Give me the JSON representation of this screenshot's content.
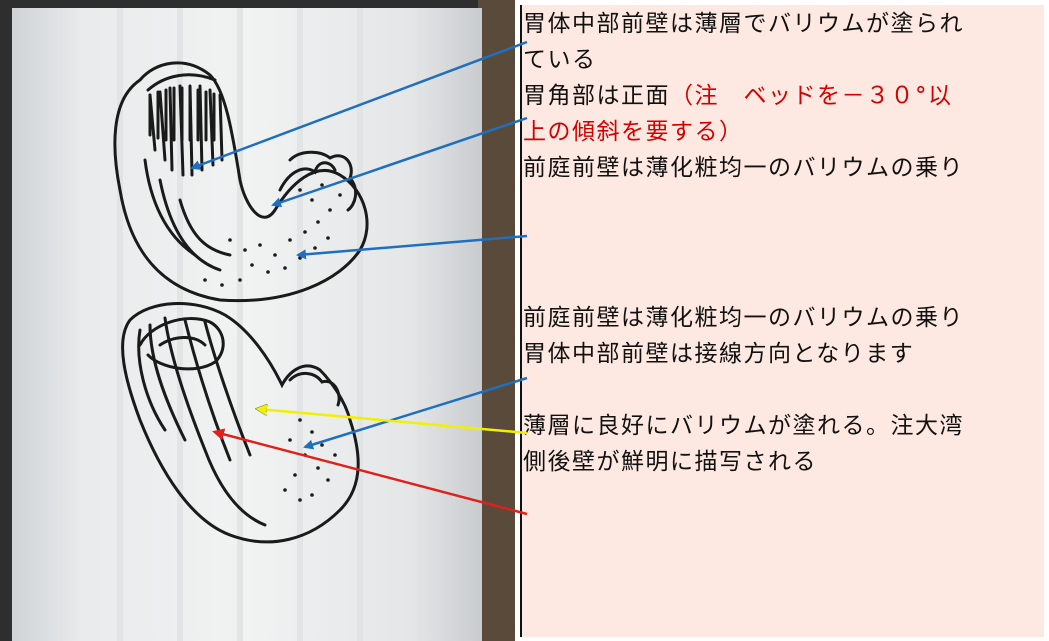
{
  "annotations": [
    {
      "id": "a1",
      "lines": [
        "胃体中部前壁は薄層でバリウムが塗られ",
        "ている"
      ]
    },
    {
      "id": "a2",
      "line1_black": "胃角部は正面",
      "line1_red": "（注　ベッドを－３０°以",
      "line2_red": "上の傾斜を要する）"
    },
    {
      "id": "a3",
      "lines": [
        "前庭前壁は薄化粧均一のバリウムの乗り"
      ]
    },
    {
      "id": "a4",
      "lines": [
        "前庭前壁は薄化粧均一のバリウムの乗り",
        "胃体中部前壁は接線方向となります"
      ]
    },
    {
      "id": "a5",
      "lines": [
        "薄層に良好にバリウムが塗れる。注大湾",
        "側後壁が鮮明に描写される"
      ]
    }
  ],
  "colors": {
    "note_panel": "#fde9e1",
    "arrow_blue": "#1f6fbf",
    "arrow_yellow": "#f2f000",
    "arrow_red": "#e0201a",
    "emphasis_red": "#d40000"
  }
}
